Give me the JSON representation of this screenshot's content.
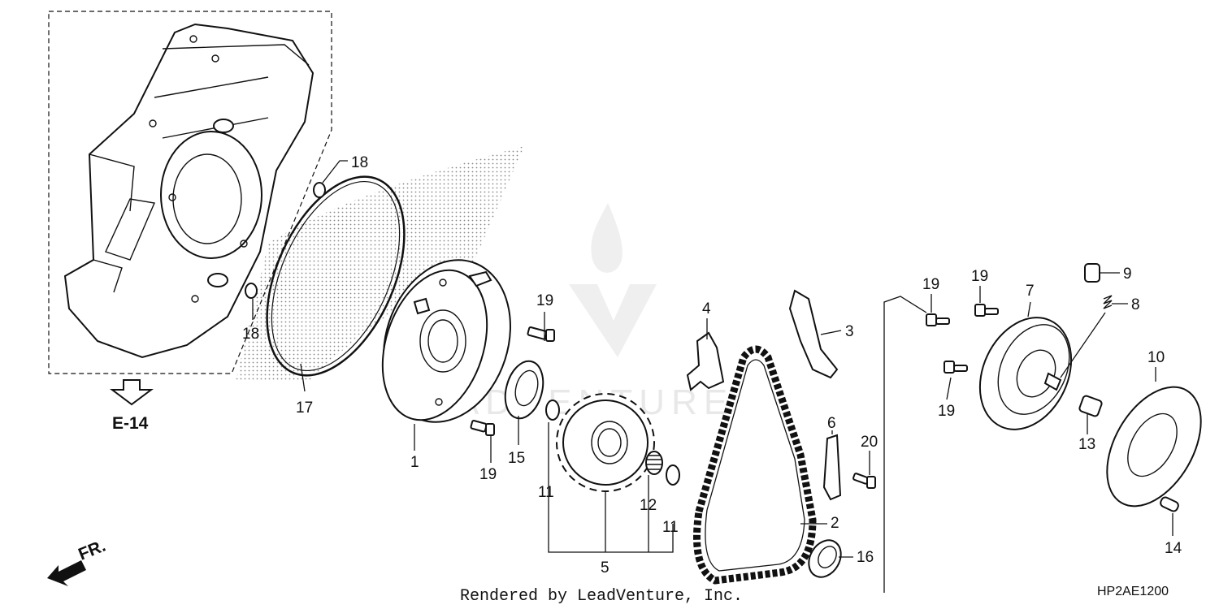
{
  "diagram": {
    "callouts": [
      "1",
      "2",
      "3",
      "4",
      "5",
      "6",
      "7",
      "8",
      "9",
      "10",
      "11",
      "12",
      "13",
      "14",
      "15",
      "16",
      "17",
      "18",
      "19",
      "20"
    ],
    "reference": "E-14",
    "front_marker": "FR.",
    "credit": "Rendered by LeadVenture, Inc.",
    "drawing_code": "HP2AE1200",
    "watermark": "LEADVENTURE"
  }
}
